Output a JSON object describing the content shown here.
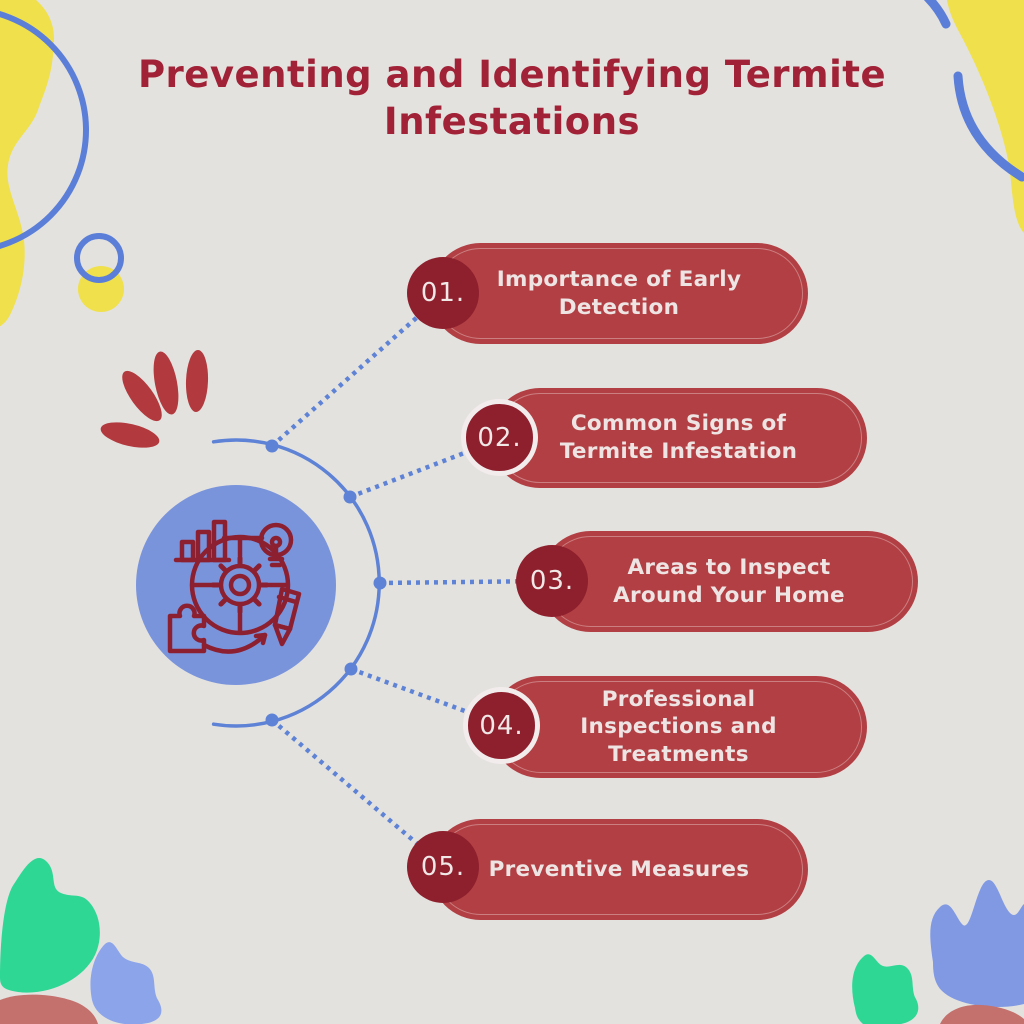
{
  "title": "Preventing and Identifying Termite\nInfestations",
  "center_icon": "strategy-planning-icon",
  "items": [
    {
      "number": "01.",
      "label": "Importance of Early\nDetection",
      "ring": false
    },
    {
      "number": "02.",
      "label": "Common Signs of\nTermite Infestation",
      "ring": true
    },
    {
      "number": "03.",
      "label": "Areas to Inspect\nAround Your Home",
      "ring": false
    },
    {
      "number": "04.",
      "label": "Professional\nInspections and\nTreatments",
      "ring": true
    },
    {
      "number": "05.",
      "label": "Preventive Measures",
      "ring": false
    }
  ],
  "colors": {
    "background": "#e4e2df",
    "title_red": "#a12136",
    "pill_red": "#b13f43",
    "number_circle_red": "#8e1f2d",
    "label_white": "#eee4e4",
    "connector_blue": "#5e83d6",
    "center_circle_blue": "#7a94dc",
    "icon_stroke_red": "#8c2031",
    "deco_yellow": "#efe04c",
    "deco_green": "#2fd795",
    "deco_blue_fill": "#8ca4ea",
    "deco_dusty_red": "#c4706d",
    "fan_red": "#b23a3f"
  }
}
